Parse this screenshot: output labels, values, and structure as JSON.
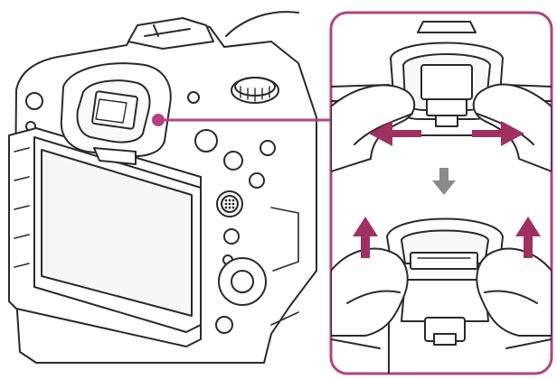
{
  "figure": {
    "background": "#ffffff",
    "line_color": "#2a2a2a",
    "callout_color": "#b3447a",
    "arrow_color": "#a0305f",
    "down_arrow_color": "#8a8a8a"
  },
  "icons": {
    "camera": "camera-rear-view-icon",
    "eyecup": "eyecup-icon",
    "lcd": "lcd-monitor-icon",
    "dial": "control-wheel-icon",
    "multi_selector": "multi-selector-icon",
    "callout_dot": "callout-dot-icon",
    "pull_apart_arrows": "double-horizontal-arrow-icon",
    "step_arrow": "down-arrow-icon",
    "slide_up_arrows": "up-arrow-icon"
  },
  "steps": [
    {
      "id": "pull-apart",
      "direction": "left-right"
    },
    {
      "id": "slide-up",
      "direction": "up"
    }
  ]
}
